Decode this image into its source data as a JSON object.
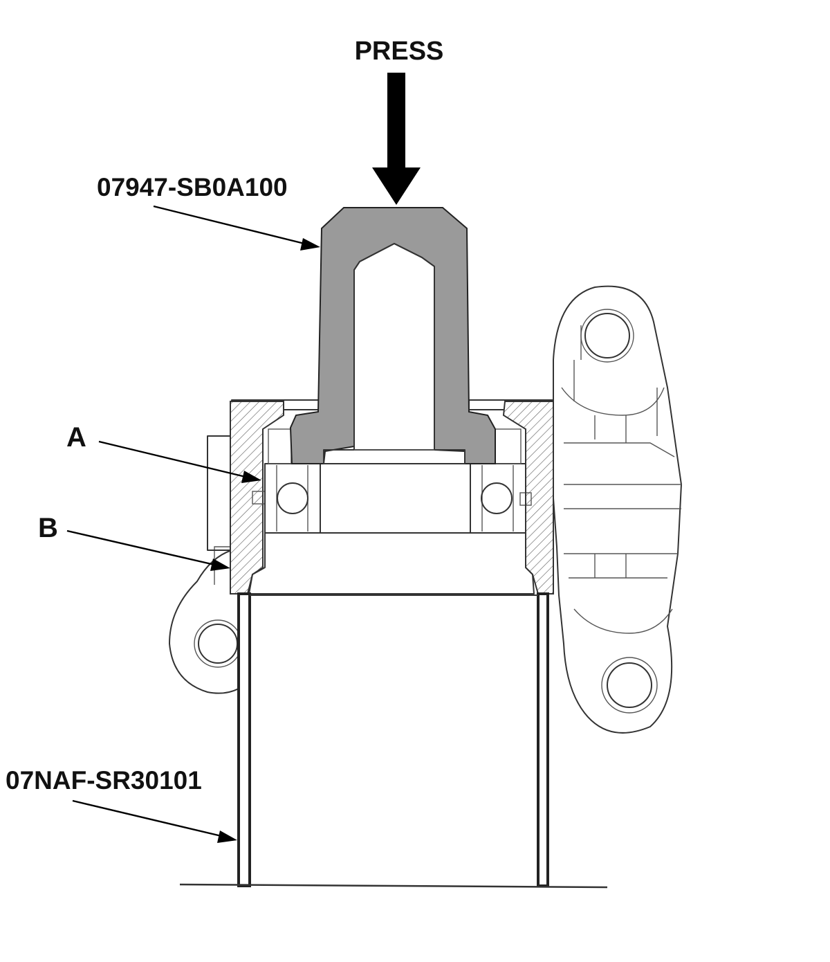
{
  "labels": {
    "press": "PRESS",
    "upper_tool": "07947-SB0A100",
    "part_a": "A",
    "part_b": "B",
    "lower_tool": "07NAF-SR30101"
  },
  "colors": {
    "tool_fill": "#9a9a9a",
    "line": "#333333",
    "arrow": "#000000"
  }
}
